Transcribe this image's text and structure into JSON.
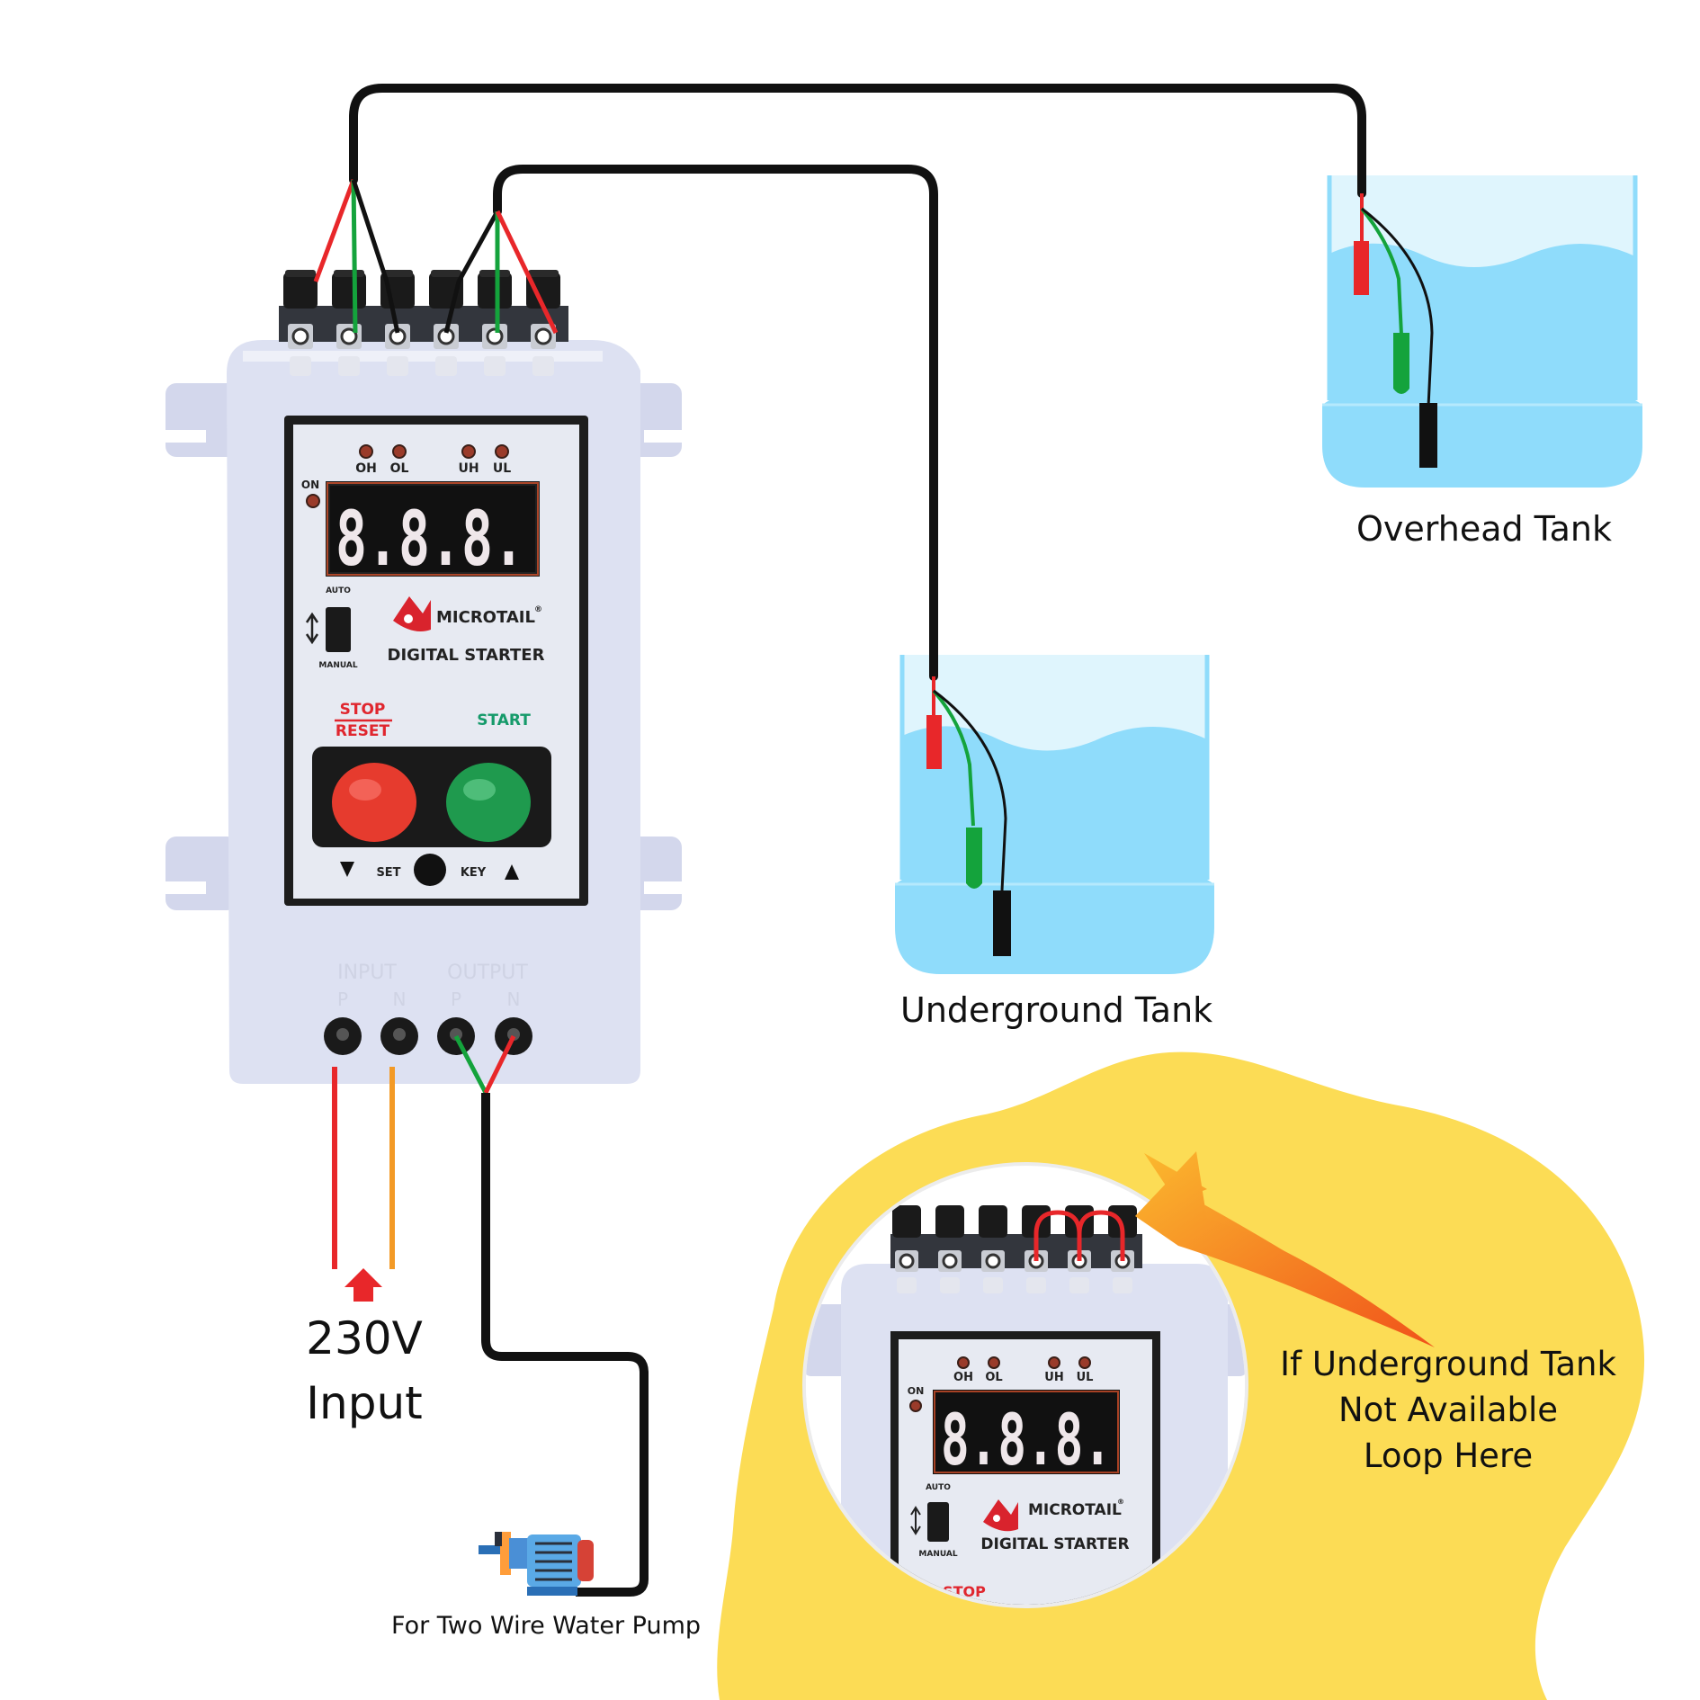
{
  "device": {
    "brand": "MICROTAIL",
    "registered_mark": "®",
    "product": "DIGITAL STARTER",
    "display": "8.8.8.",
    "indicators": [
      "OH",
      "OL",
      "UH",
      "UL"
    ],
    "on_label": "ON",
    "mode_labels": {
      "auto": "AUTO",
      "manual": "MANUAL"
    },
    "buttons": {
      "stop": "STOP",
      "reset": "RESET",
      "start": "START"
    },
    "set_key": {
      "set": "SET",
      "key": "KEY"
    },
    "terminal_labels": {
      "input": "INPUT",
      "output": "OUTPUT",
      "p": "P",
      "n": "N"
    }
  },
  "labels": {
    "overhead_tank": "Overhead Tank",
    "underground_tank": "Underground Tank",
    "input_line1": "230V",
    "input_line2": "Input",
    "pump": "For Two Wire Water Pump",
    "note_line1": "If Underground Tank",
    "note_line2": "Not Available",
    "note_line3": "Loop Here"
  },
  "colors": {
    "water": "#8fdcfb",
    "tank_bg": "#dff5fd",
    "wire_red": "#e8272a",
    "wire_green": "#14a33c",
    "wire_black": "#111111",
    "input_orange": "#f39a26",
    "callout_yellow": "#fcdc55",
    "arrow_orange": "#f26b1d",
    "stop_button": "#e63b2e",
    "start_button": "#1f9a4e",
    "display_digits": "#efe7ea"
  }
}
